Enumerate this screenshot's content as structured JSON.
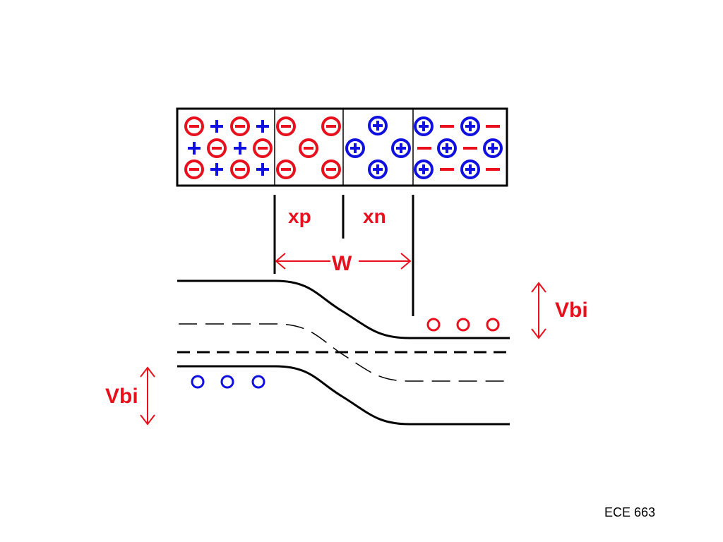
{
  "labels": {
    "xp": "xp",
    "xn": "xn",
    "w": "W",
    "vbi_right": "Vbi",
    "vbi_left": "Vbi"
  },
  "footer": "ECE 663",
  "colors": {
    "acceptor": "#e8101c",
    "donor": "#1010e0",
    "outline": "#000000",
    "label": "#e8101c"
  },
  "icons": {
    "ionized_acceptor": "circle-minus-icon",
    "ionized_donor": "circle-plus-icon",
    "hole": "plus-sign-icon",
    "electron": "minus-sign-icon",
    "carrier": "open-circle-icon"
  }
}
